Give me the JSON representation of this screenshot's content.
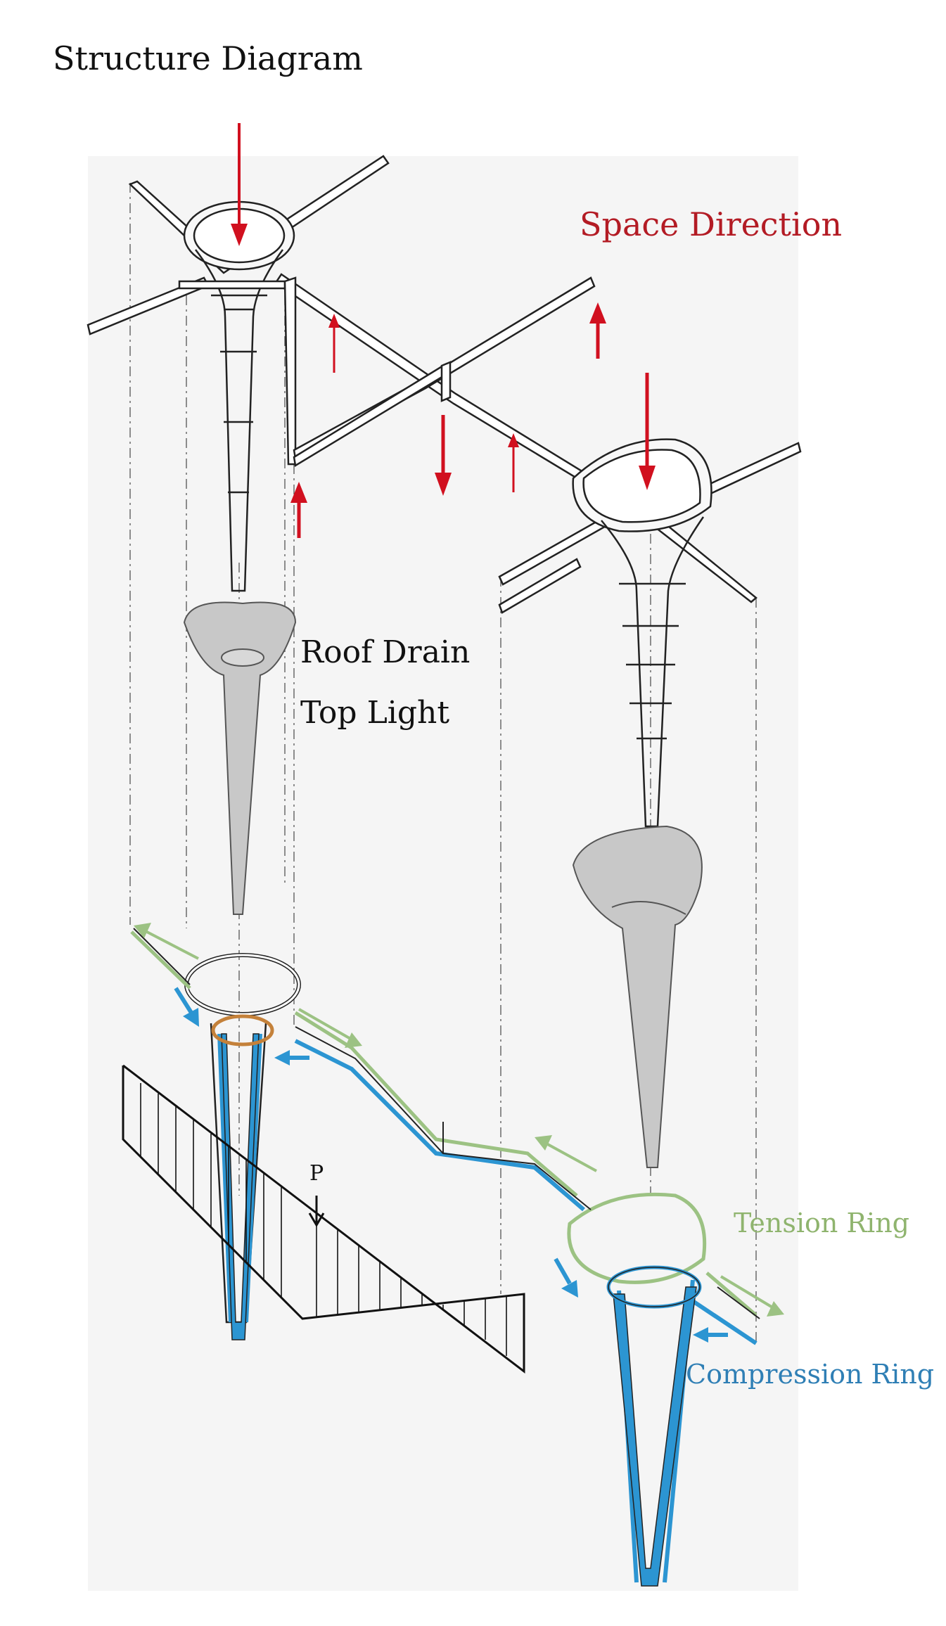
{
  "title": "Structure Diagram",
  "labels": {
    "space_direction": "Space Direction",
    "roof_drain": "Roof Drain",
    "top_light": "Top Light",
    "tension_ring": "Tension Ring",
    "compression_ring": "Compression Ring",
    "load": "P"
  },
  "colors": {
    "load_arrow": "#d1101f",
    "space_label": "#b31b24",
    "tension": "#9cc283",
    "compression": "#2c95d2",
    "funnel_fill": "#c8c8c8",
    "panel_bg": "#f5f5f5",
    "line": "#222222"
  }
}
